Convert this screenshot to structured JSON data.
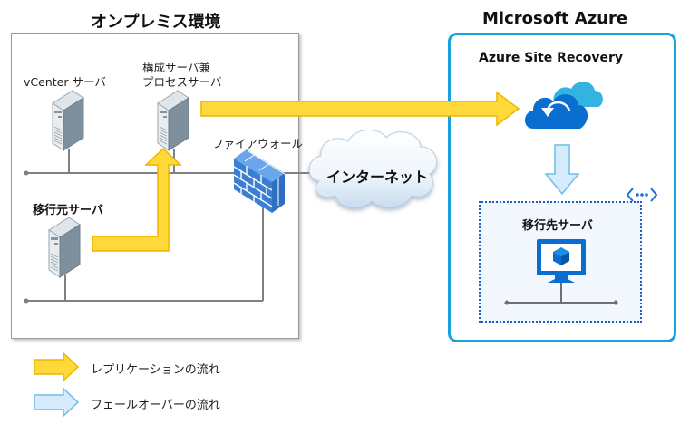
{
  "onprem": {
    "title": "オンプレミス環境",
    "vcenter_label": "vCenter サーバ",
    "config_label_line1": "構成サーバ兼",
    "config_label_line2": "プロセスサーバ",
    "firewall_label": "ファイアウォール",
    "source_label": "移行元サーバ"
  },
  "internet": {
    "label": "インターネット"
  },
  "azure": {
    "title": "Microsoft Azure",
    "asr_label": "Azure Site Recovery",
    "target_label": "移行先サーバ"
  },
  "legend": {
    "items": [
      {
        "label": "レプリケーションの流れ",
        "color": "#ffd83a"
      },
      {
        "label": "フェールオーバーの流れ",
        "color": "#d6ebfb"
      }
    ]
  },
  "colors": {
    "replication_fill": "#ffd83a",
    "replication_stroke": "#f0b400",
    "failover_fill": "#d6ebfb",
    "failover_stroke": "#6fbbe9",
    "azure_border": "#1ba1e2",
    "firewall": "#3a7fd5",
    "network_line": "#808080"
  }
}
